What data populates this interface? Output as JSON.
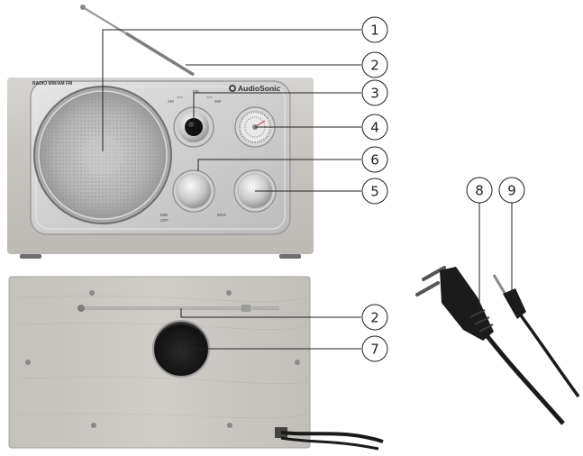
{
  "front": {
    "brand": "AudioSonic",
    "model_text": "RADIO MW/AM FM",
    "tuner_labels": {
      "fm": "FM",
      "mw": "MW",
      "left": "AM",
      "right": "SW"
    },
    "volume_labels": {
      "min": "MIN",
      "off": "OFF",
      "max": "MAX"
    }
  },
  "callouts": {
    "c1": "1",
    "c2_top": "2",
    "c3": "3",
    "c4": "4",
    "c5": "5",
    "c6": "6",
    "c2_back": "2",
    "c7": "7",
    "c8": "8",
    "c9": "9"
  },
  "colors": {
    "wood": "#c9c6c2",
    "panel": "#d8d8d8",
    "speaker": "#b9b9b9",
    "cable": "#1a1a1a",
    "callout_stroke": "#222222"
  }
}
